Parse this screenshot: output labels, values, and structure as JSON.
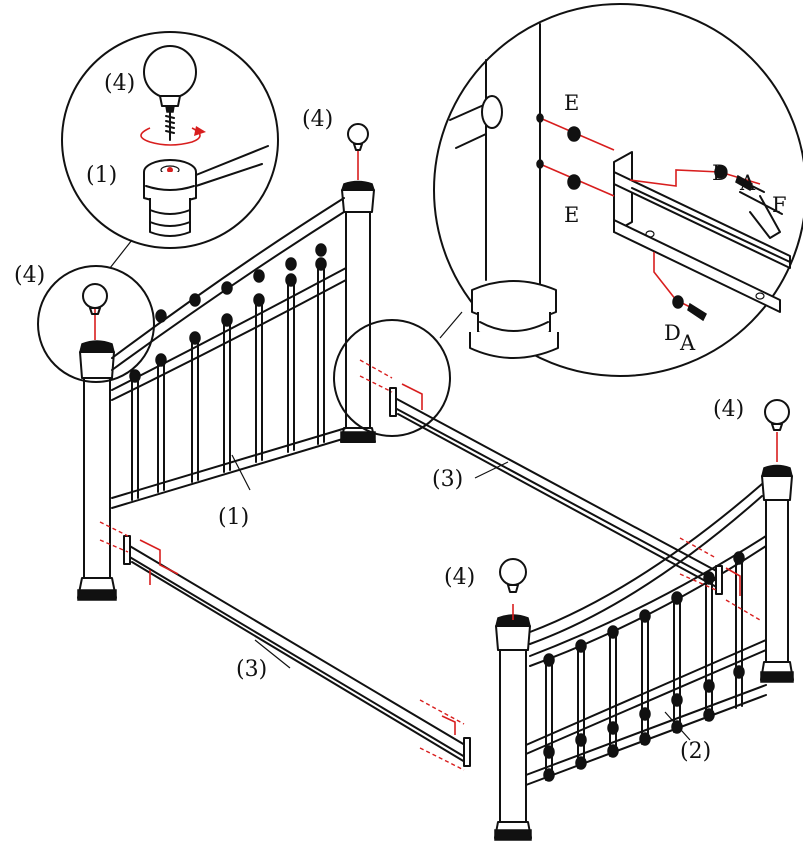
{
  "labels": {
    "headboard": "(1)",
    "footboard": "(2)",
    "rail": "(3)",
    "finial": "(4)"
  },
  "hardware": {
    "E": "E",
    "D": "D",
    "A": "A",
    "F": "F"
  },
  "colors": {
    "line": "#111111",
    "hardware_path": "#d81e1e",
    "background": "#ffffff"
  }
}
